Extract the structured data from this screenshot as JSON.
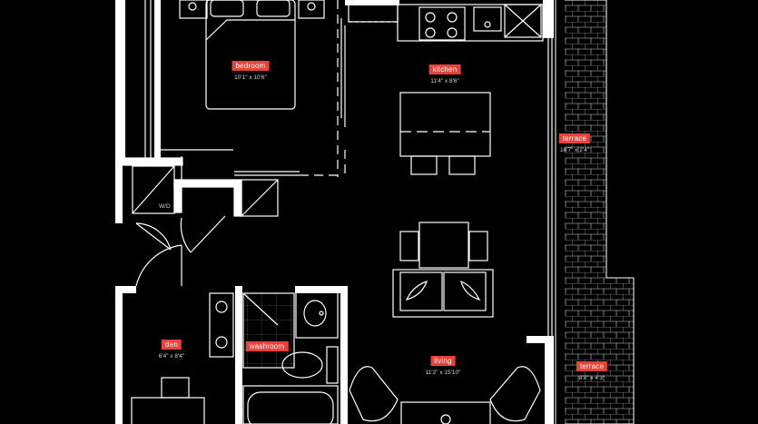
{
  "rooms": {
    "bedroom": {
      "name": "bedroom",
      "dimensions": "10'1\" x 10'6\""
    },
    "kitchen": {
      "name": "kitchen",
      "dimensions": "11'4\" x 8'6\""
    },
    "terrace_upper": {
      "name": "terrace",
      "dimensions": "16'7\" x 2'4\""
    },
    "den": {
      "name": "den",
      "dimensions": "6'4\" x 8'4\""
    },
    "washroom": {
      "name": "washroom",
      "dimensions": ""
    },
    "living": {
      "name": "living",
      "dimensions": "11'2\" x 15'10\""
    },
    "terrace_lower": {
      "name": "terrace",
      "dimensions": "8'8\" x 4'3\""
    }
  },
  "labels": {
    "washer_dryer": "W/D"
  },
  "colors": {
    "background": "#000000",
    "walls": "#ffffff",
    "room_tag": "#e8423a",
    "lines": "#ffffff"
  }
}
